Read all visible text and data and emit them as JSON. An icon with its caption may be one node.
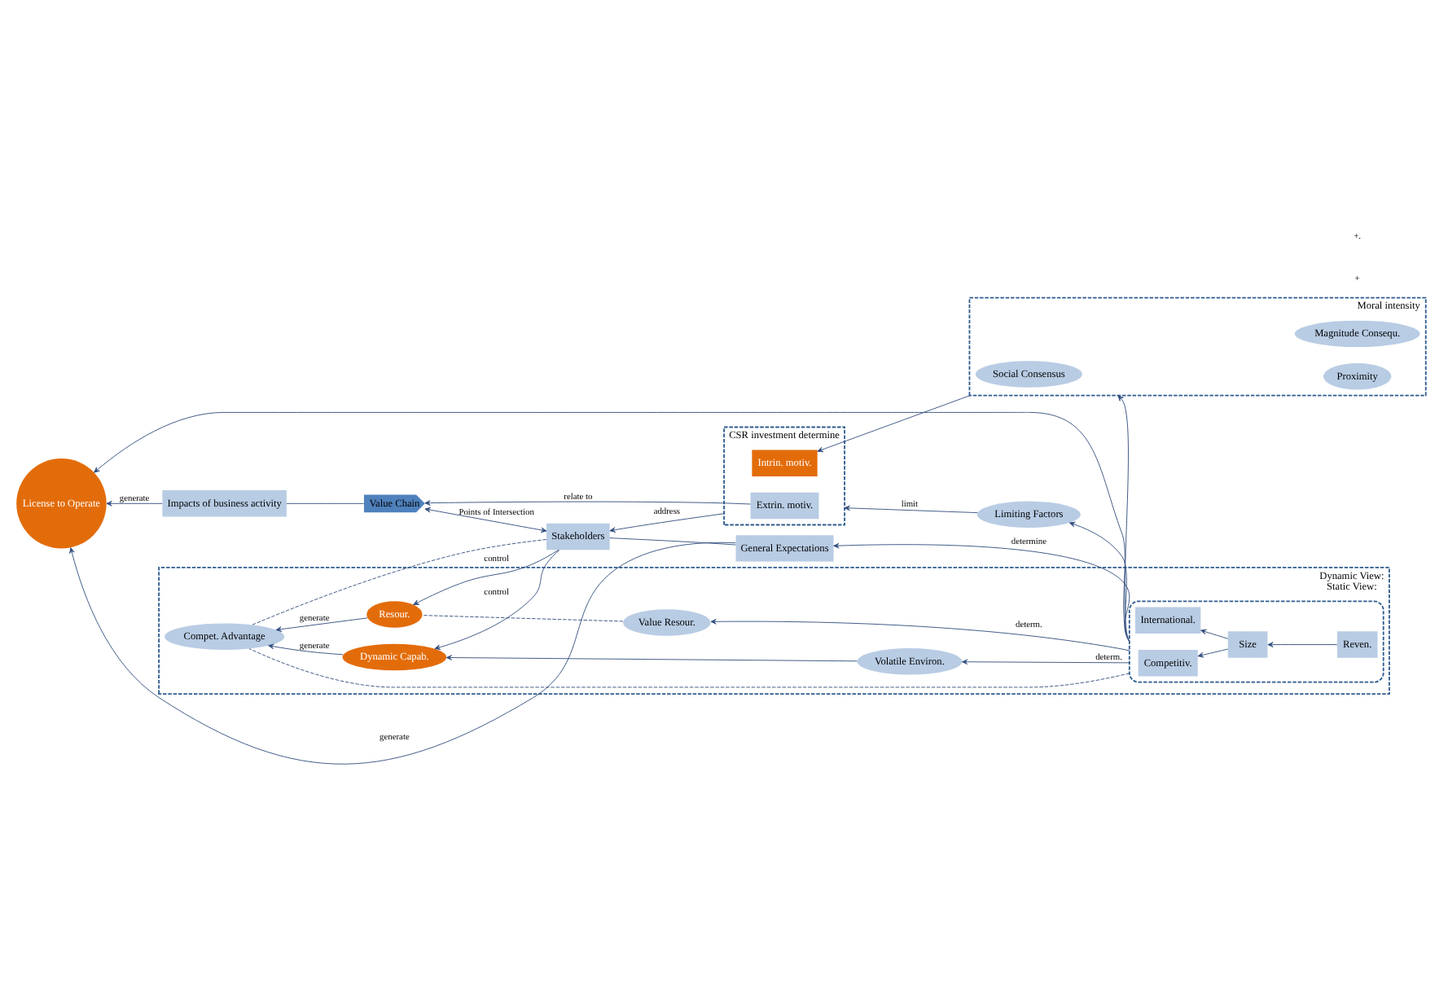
{
  "diagram": {
    "nodes": [
      {
        "text": [
          "General Expectations"
        ]
      },
      {
        "text": [
          "Limiting Factors"
        ]
      },
      {
        "text": [
          "License to Operate"
        ]
      },
      {
        "text": [
          "Dynamic View:",
          "Static View:"
        ]
      },
      {
        "text": [
          "Volatile Environ."
        ],
        "in": 3
      },
      {
        "text": [
          "Dynamic Capab."
        ],
        "in": 3
      },
      {
        "text": [],
        "shape": "trapezoid",
        "in": 3
      },
      {
        "text": [
          "Competitiv."
        ],
        "in": 6
      },
      {
        "text": [
          "Reven."
        ],
        "in": 6
      },
      {
        "text": [
          "Size"
        ],
        "in": 6
      },
      {
        "text": [
          "International."
        ],
        "in": 6
      },
      {
        "text": [
          "Compet. Advantage"
        ],
        "in": 3
      },
      {
        "text": [
          "Value Resour."
        ],
        "in": 3
      },
      {
        "text": [
          "Resour."
        ],
        "in": 3
      },
      {
        "text": [
          "Stakeholders"
        ]
      },
      {
        "text": [
          "CSR investment determine"
        ]
      },
      {
        "text": [
          "Extrin. motiv."
        ],
        "in": 15
      },
      {
        "text": [
          "Intrin. motiv."
        ],
        "in": 15
      },
      {
        "text": [
          "Moral intensity"
        ]
      },
      {
        "text": [
          "Social Consensus"
        ],
        "in": 18
      },
      {
        "text": [
          "Magnitude Consequ."
        ],
        "in": 18
      },
      {
        "text": [
          "Proximity"
        ],
        "in": 18
      },
      {
        "text": [
          "Impacts of business activity"
        ]
      },
      {
        "text": [
          "Value Chain"
        ]
      }
    ],
    "edges": [
      {
        "from": 0,
        "to": 2,
        "arrow": "to",
        "label": "generate"
      },
      {
        "from": 0,
        "to": 14,
        "arrow": "none"
      },
      {
        "from": 6,
        "to": 0,
        "arrow": "to",
        "label": "determine"
      },
      {
        "from": 6,
        "to": 1,
        "arrow": "to"
      },
      {
        "from": 6,
        "to": 18,
        "arrow": "to"
      },
      {
        "from": 1,
        "to": 15,
        "arrow": "to",
        "label": "limit"
      },
      {
        "from": 18,
        "to": 17,
        "arrow": "to"
      },
      {
        "from": 15,
        "to": 14,
        "arrow": "to",
        "label": "address"
      },
      {
        "from": 14,
        "to": 5,
        "arrow": "to",
        "label": "control"
      },
      {
        "from": 14,
        "to": 13,
        "arrow": "to",
        "label": "control"
      },
      {
        "from": 4,
        "to": 5,
        "arrow": "to"
      },
      {
        "from": 5,
        "to": 11,
        "arrow": "to",
        "label": "generate"
      },
      {
        "from": 13,
        "to": 11,
        "arrow": "to",
        "label": "generate"
      },
      {
        "from": 6,
        "to": 11,
        "arrow": "none",
        "style": "dashed"
      },
      {
        "from": 11,
        "to": 14,
        "arrow": "none",
        "style": "dashed"
      },
      {
        "from": 6,
        "to": 2,
        "arrow": "to"
      },
      {
        "from": 6,
        "to": 4,
        "arrow": "to",
        "label": "determ."
      },
      {
        "from": 6,
        "to": 12,
        "arrow": "to",
        "label": "determ."
      },
      {
        "from": 12,
        "to": 13,
        "arrow": "none",
        "style": "dashed"
      },
      {
        "from": 8,
        "to": 9,
        "arrow": "to"
      },
      {
        "from": 9,
        "to": 7,
        "arrow": "to"
      },
      {
        "from": 9,
        "to": 10,
        "arrow": "to"
      },
      {
        "from": 16,
        "to": 23,
        "arrow": "to",
        "label": "relate to"
      },
      {
        "from": 14,
        "to": 23,
        "arrow": "both",
        "label": "Points of Intersection"
      },
      {
        "from": 23,
        "to": 22,
        "arrow": "none"
      },
      {
        "from": 22,
        "to": 2,
        "arrow": "to",
        "label": "generate"
      }
    ],
    "labels": [
      "+",
      "+."
    ]
  }
}
